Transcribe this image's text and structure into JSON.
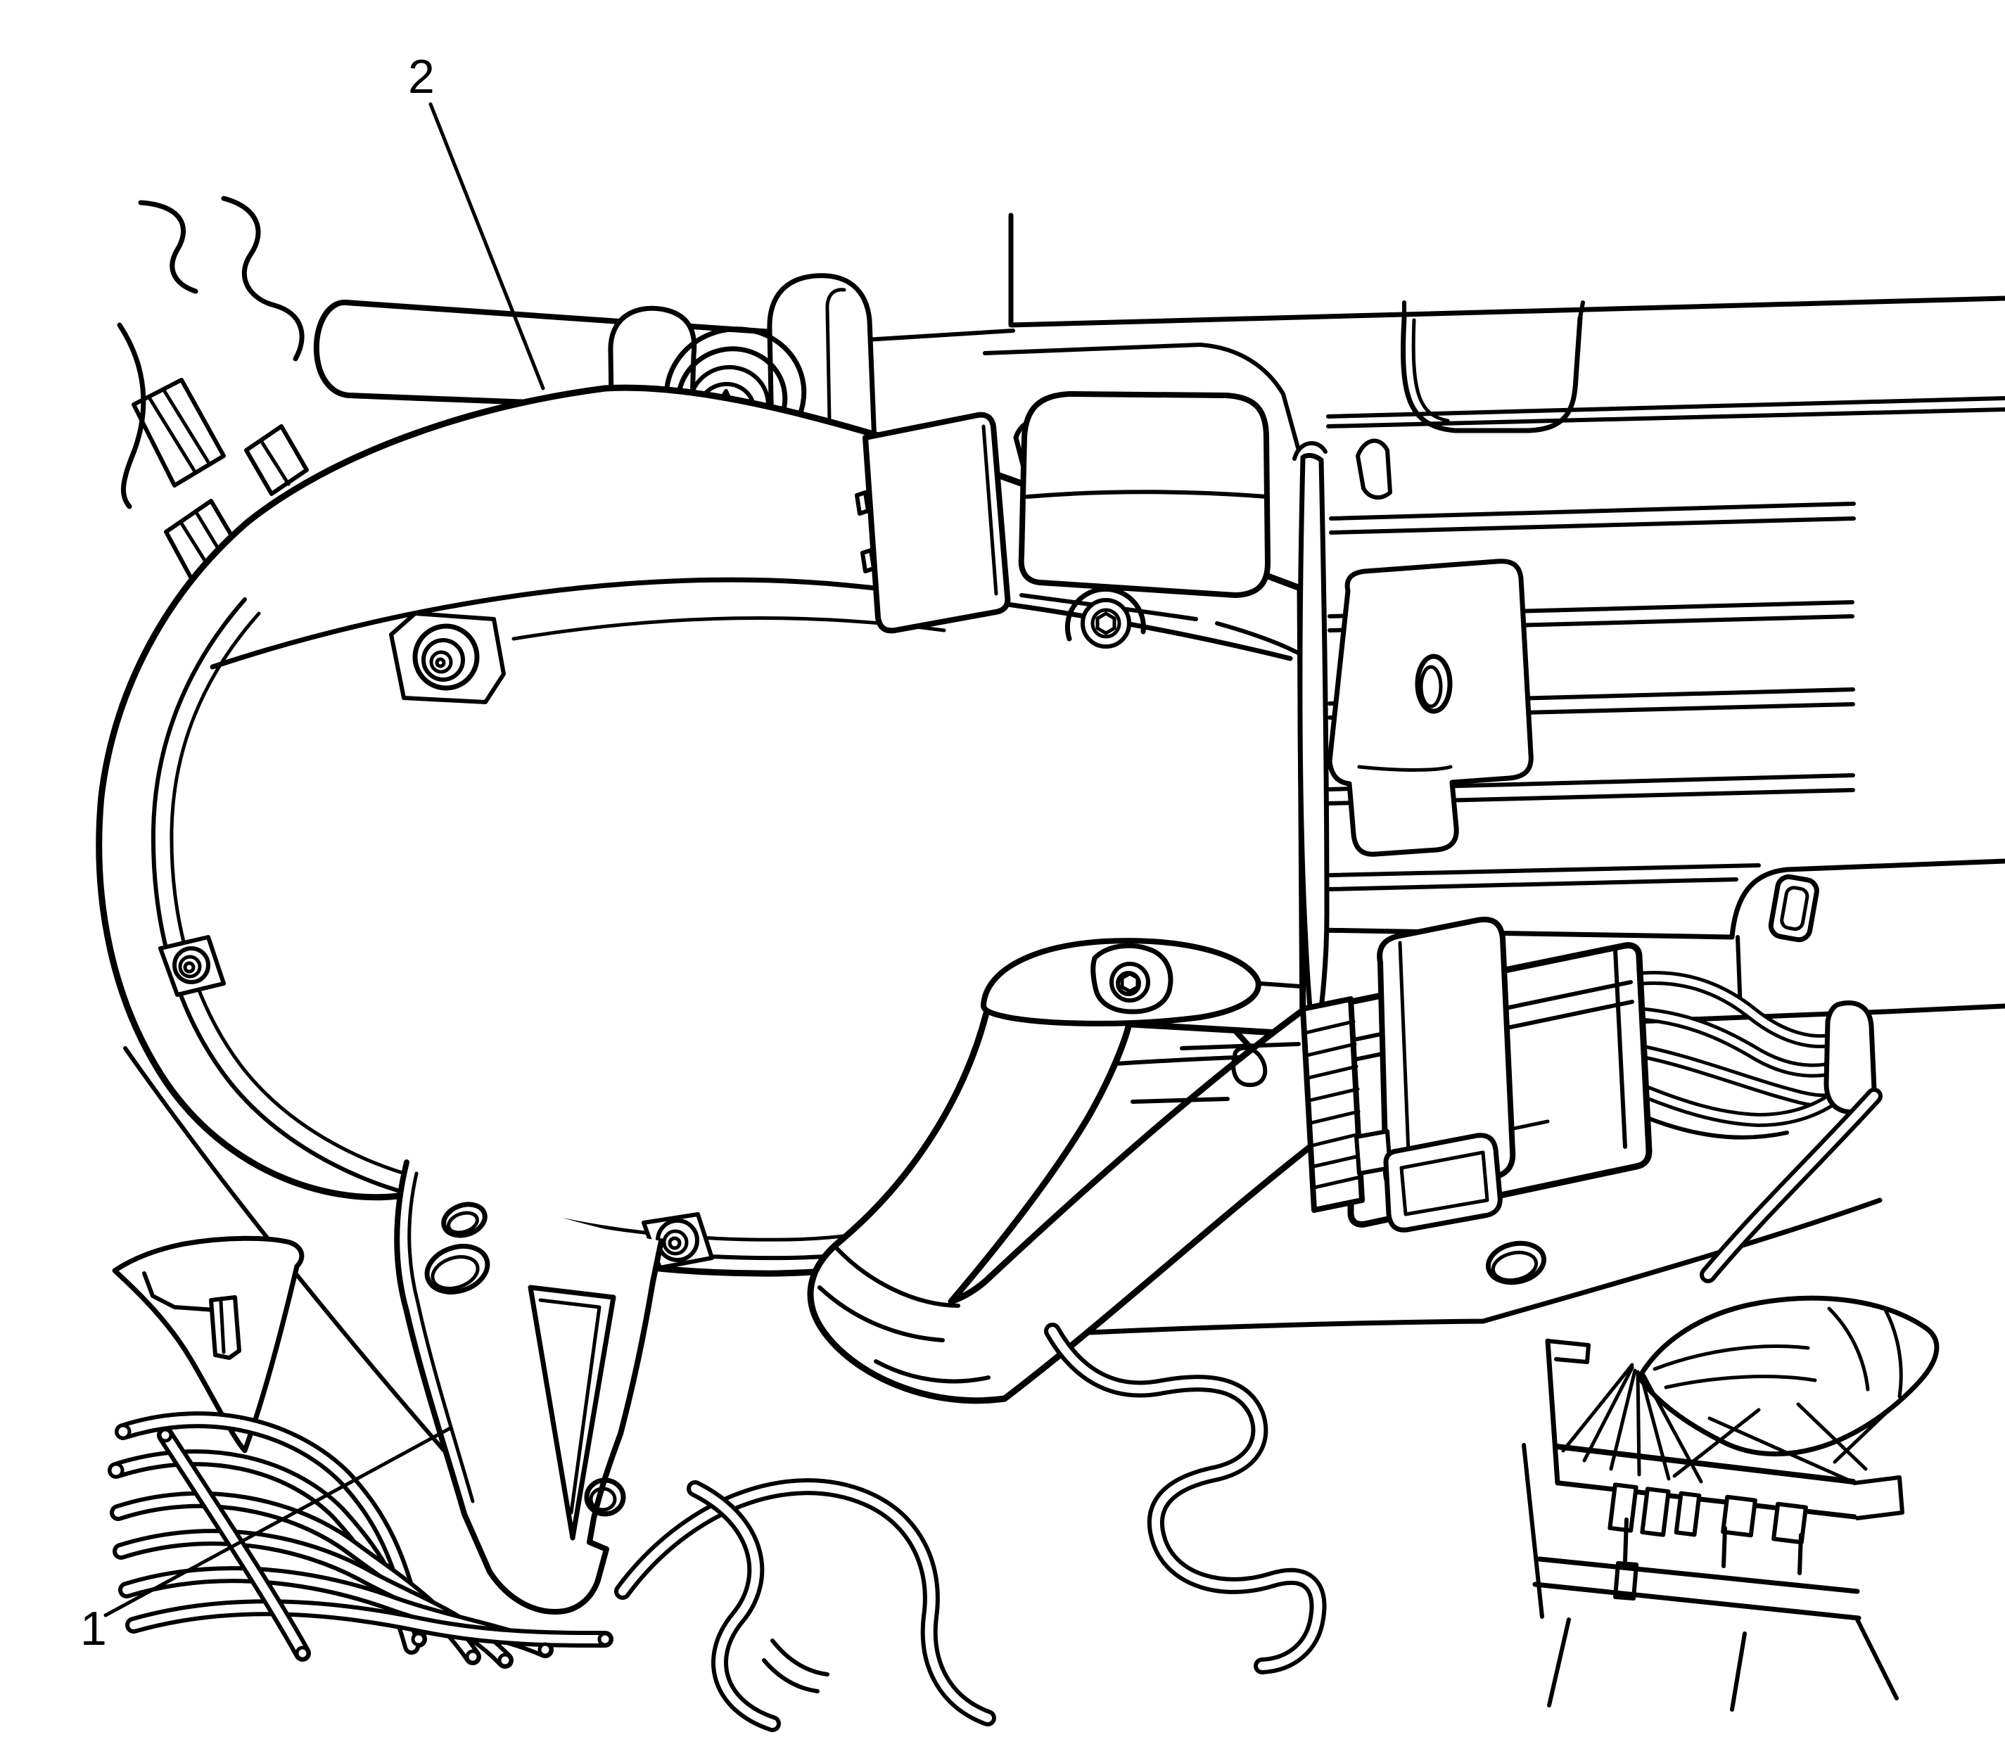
{
  "figure": {
    "type": "service-manual-line-illustration",
    "callouts": [
      {
        "number": "1"
      },
      {
        "number": "2"
      }
    ],
    "colors": {
      "line": "#000000",
      "background": "#ffffff"
    }
  }
}
